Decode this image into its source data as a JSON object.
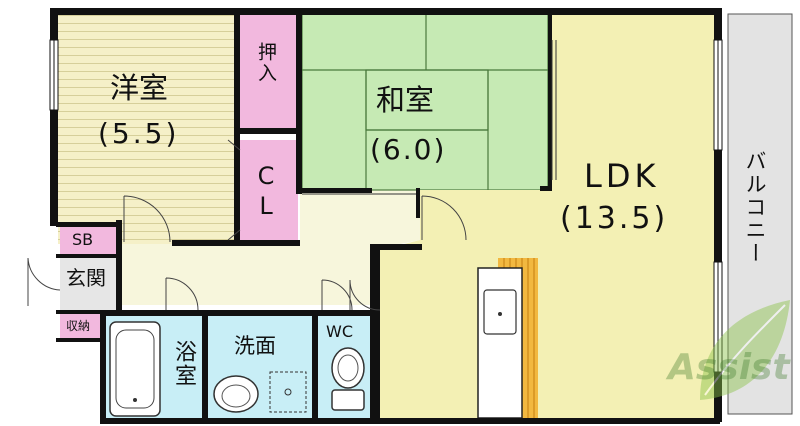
{
  "rooms": {
    "western": {
      "name": "洋室",
      "size": "(5.5)"
    },
    "japanese": {
      "name": "和室",
      "size": "(6.0)"
    },
    "ldk": {
      "name": "LDK",
      "size": "(13.5)"
    },
    "oshiire": {
      "name": "押入"
    },
    "closet": {
      "name": "CL"
    },
    "shoe_box": {
      "name": "SB"
    },
    "entrance": {
      "name": "玄関"
    },
    "storage": {
      "name": "収納"
    },
    "bath": {
      "name": "浴室"
    },
    "washroom": {
      "name": "洗面"
    },
    "toilet": {
      "name": "WC"
    },
    "balcony": {
      "name": "バルコニー"
    }
  },
  "watermark": {
    "text": "Assist"
  },
  "colors": {
    "western": "#f5f0c8",
    "ldk": "#f3f0b4",
    "japanese_tatami": "#c6eab4",
    "storage": "#f2b8de",
    "wet_area": "#c8eef6",
    "balcony": "#e3e3e3",
    "hall": "#f7f6dc",
    "kitchen_counter": "#f2b840",
    "wall": "#111111"
  }
}
